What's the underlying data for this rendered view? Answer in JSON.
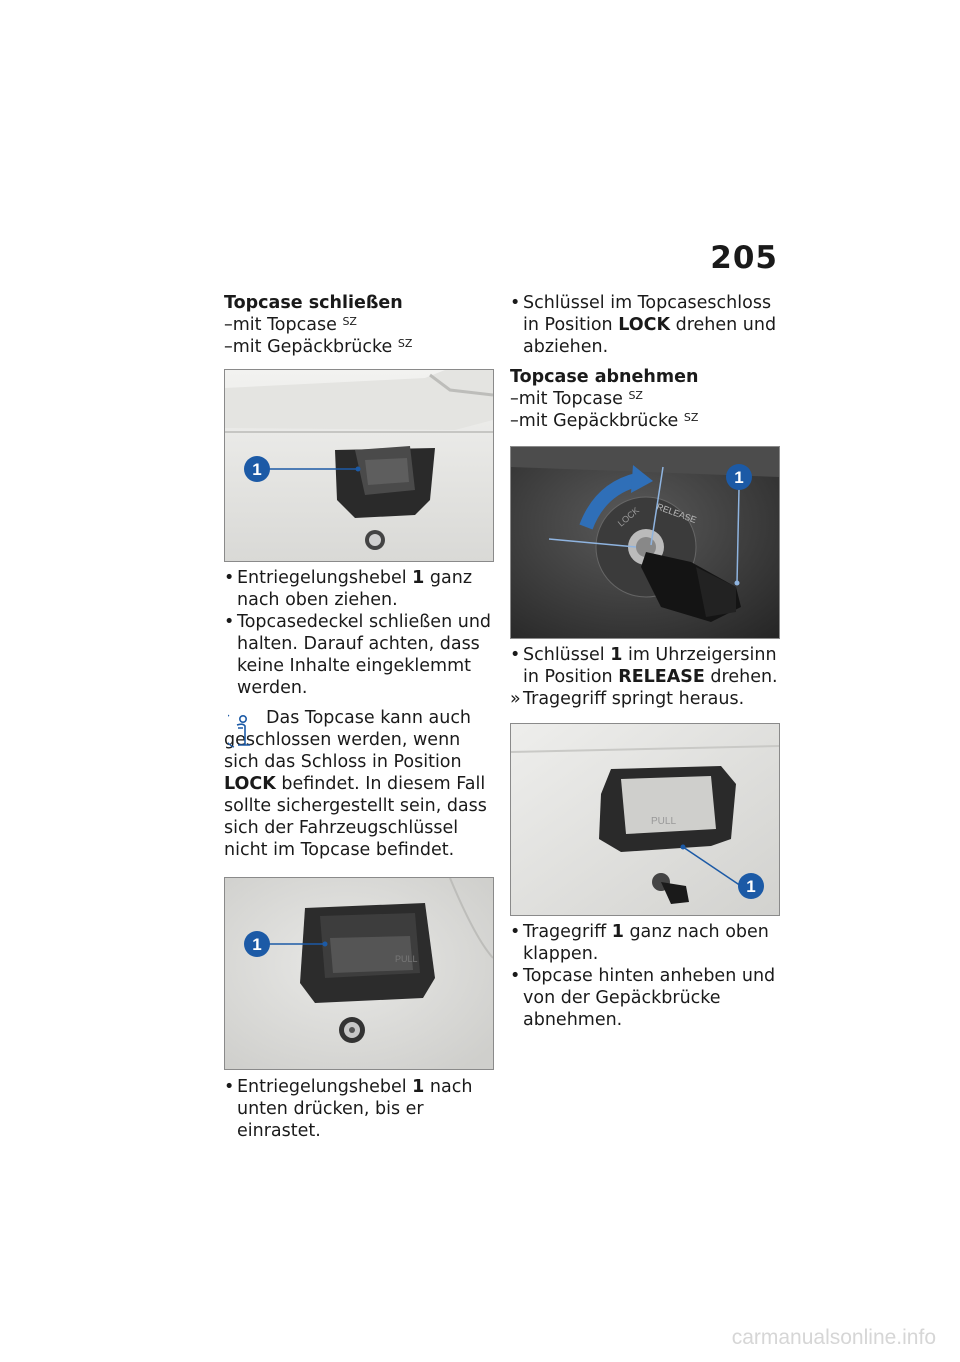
{
  "page_number": "205",
  "left": {
    "heading": "Topcase schließen",
    "cond1": "mit Topcase",
    "cond2": "mit Gepäckbrücke",
    "sup": "SZ",
    "fig1_label": "1",
    "steps1": [
      {
        "pre": "Entriegelungshebel ",
        "bold": "1",
        "post": " ganz nach oben ziehen."
      },
      {
        "pre": "Topcasedeckel schließen und halten. Darauf achten, dass keine Inhalte eingeklemmt werden.",
        "bold": "",
        "post": ""
      }
    ],
    "note_pre": "Das Topcase kann auch geschlossen werden, wenn sich das Schloss in Posi­tion ",
    "note_bold": "LOCK",
    "note_post": " befindet. In diesem Fall sollte sichergestellt sein, dass sich der Fahrzeugschlüssel nicht im Topcase befindet.",
    "fig2_label": "1",
    "step2": {
      "pre": "Entriegelungshebel ",
      "bold": "1",
      "post": " nach un­ten drücken, bis er einrastet."
    }
  },
  "right": {
    "step0": {
      "pre": "Schlüssel im Topcaseschloss in Position ",
      "bold": "LOCK",
      "post": " drehen und abziehen."
    },
    "heading": "Topcase abnehmen",
    "cond1": "mit Topcase",
    "cond2": "mit Gepäckbrücke",
    "sup": "SZ",
    "fig3_label": "1",
    "fig3_lock_text": "LOCK",
    "fig3_release_text": "RELEASE",
    "step3": {
      "pre": "Schlüssel ",
      "bold": "1",
      "post": " im Uhrzeigersinn in Position "
    },
    "step3_bold2": "RELEASE",
    "step3_post2": " drehen.",
    "result": "Tragegriff springt heraus.",
    "fig4_label": "1",
    "fig4_handle_text": "PULL",
    "steps4": [
      {
        "pre": "Tragegriff ",
        "bold": "1",
        "post": " ganz nach oben klappen."
      },
      {
        "pre": "Topcase hinten anheben und von der Gepäckbrücke abneh­men.",
        "bold": "",
        "post": ""
      }
    ]
  },
  "footer": "carmanualsonline.info",
  "colors": {
    "callout": "#1c5aa6",
    "arrow": "#2f6fb8"
  }
}
